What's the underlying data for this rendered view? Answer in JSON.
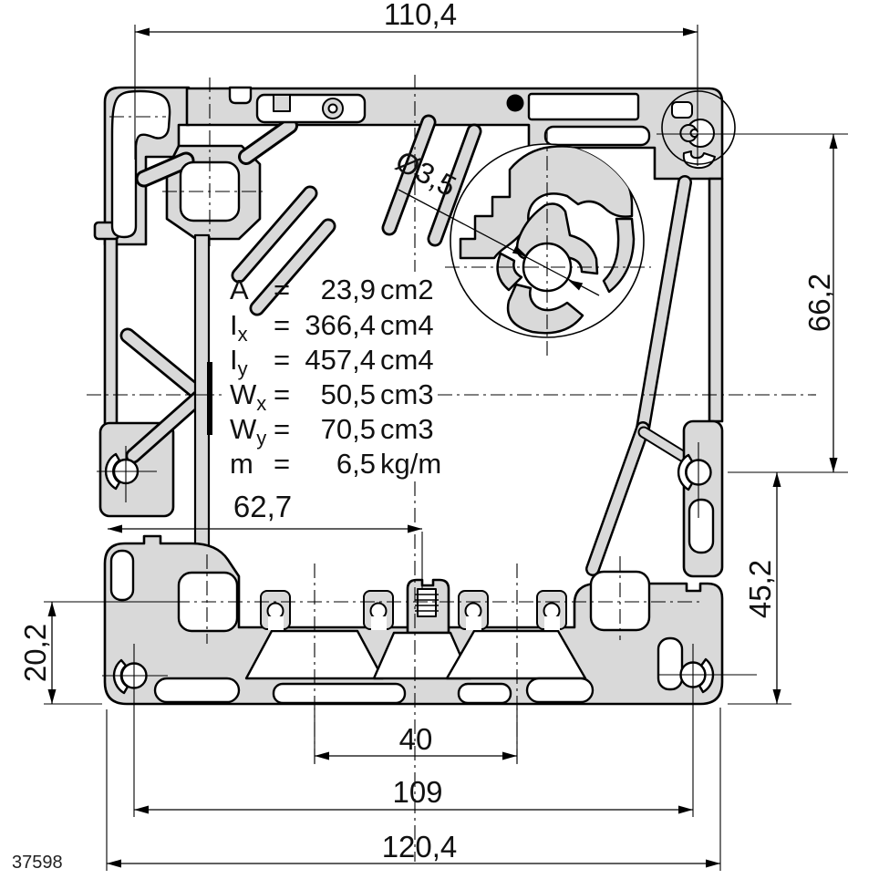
{
  "drawing": {
    "part_number": "37598",
    "colors": {
      "profile_fill": "#d9d9d9",
      "line": "#000000",
      "background": "#ffffff"
    },
    "dimensions": {
      "top_width": "110,4",
      "right_height_upper": "66,2",
      "right_height_lower": "45,2",
      "left_height": "20,2",
      "thread_offset": "62,7",
      "slot_pitch": "40",
      "hole_spacing": "109",
      "overall_width": "120,4",
      "detail_hole_diameter": "Ø3,5"
    },
    "section_properties": {
      "rows": [
        {
          "symbol": "A",
          "subscript": "",
          "equals": "=",
          "value": "23,9",
          "unit": "cm2"
        },
        {
          "symbol": "I",
          "subscript": "x",
          "equals": "=",
          "value": "366,4",
          "unit": "cm4"
        },
        {
          "symbol": "I",
          "subscript": "y",
          "equals": "=",
          "value": "457,4",
          "unit": "cm4"
        },
        {
          "symbol": "W",
          "subscript": "x",
          "equals": "=",
          "value": "50,5",
          "unit": "cm3"
        },
        {
          "symbol": "W",
          "subscript": "y",
          "equals": "=",
          "value": "70,5",
          "unit": "cm3"
        },
        {
          "symbol": "m",
          "subscript": "",
          "equals": "=",
          "value": "6,5",
          "unit": "kg/m"
        }
      ]
    }
  }
}
